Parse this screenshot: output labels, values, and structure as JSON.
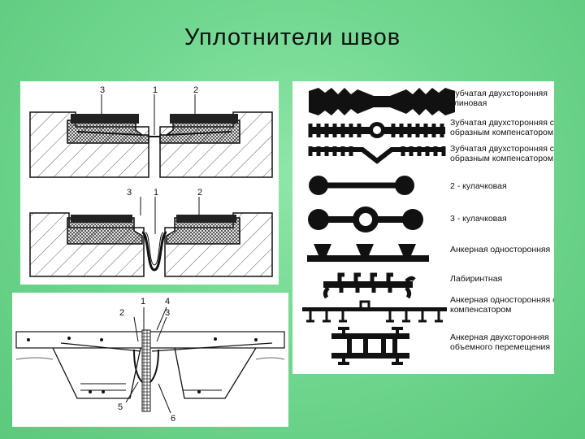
{
  "title": "Уплотнители швов",
  "panel_a": {
    "top_labels": [
      "3",
      "1",
      "2"
    ],
    "bottom_labels": [
      "3",
      "1",
      "2"
    ]
  },
  "panel_b": {
    "profiles": [
      "Зубчатая двухсторонняя\nклиновая",
      "Зубчатая двухсторонняя с О-\nобразным компенсатором",
      "Зубчатая двухсторонняя с V-\nобразным компенсатором",
      "2 - кулачковая",
      "3 - кулачковая",
      "Анкерная односторонняя",
      "Лабиринтная",
      "Анкерная односторонняя с\nкомпенсатором",
      "Анкерная двухсторонняя\nобъемного перемещения"
    ]
  },
  "panel_c": {
    "labels": [
      "1",
      "2",
      "4",
      "3",
      "5",
      "6"
    ]
  }
}
